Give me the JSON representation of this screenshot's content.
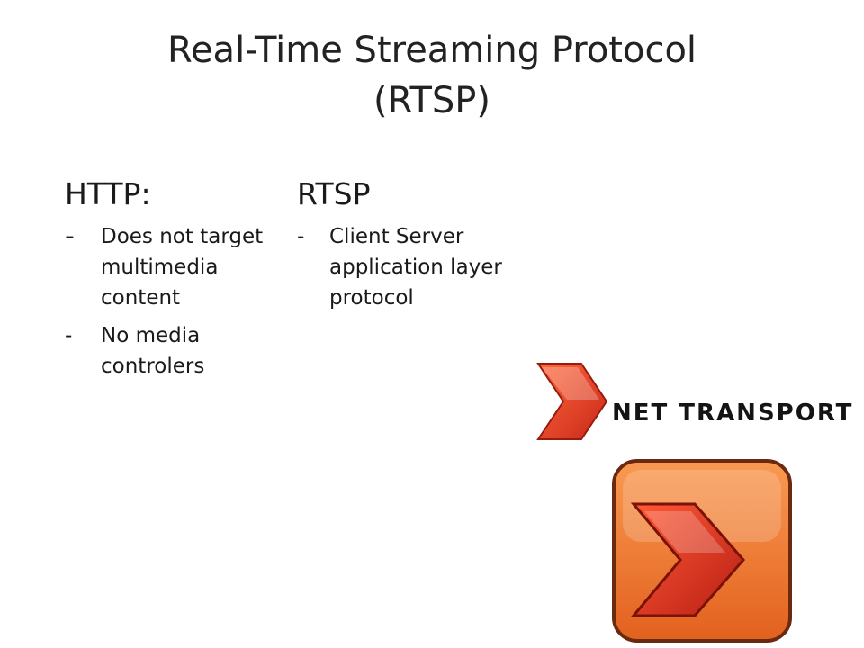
{
  "slide": {
    "title_line1": "Real-Time Streaming Protocol",
    "title_line2": "(RTSP)"
  },
  "left": {
    "heading": "HTTP:",
    "items": [
      {
        "marker": "-",
        "text": "Does not target multimedia content"
      },
      {
        "marker": "-",
        "text": "No media controlers"
      }
    ]
  },
  "right": {
    "heading": "RTSP",
    "items": [
      {
        "marker": "-",
        "text": "Client Server application layer protocol"
      }
    ]
  },
  "logo": {
    "wordmark": "NET TRANSPORT",
    "arrow_icon": "chevron-right-icon",
    "app_icon": "net-transport-app-icon",
    "colors": {
      "primary": "#e8461e",
      "secondary": "#f4782a",
      "dark": "#141414"
    }
  }
}
